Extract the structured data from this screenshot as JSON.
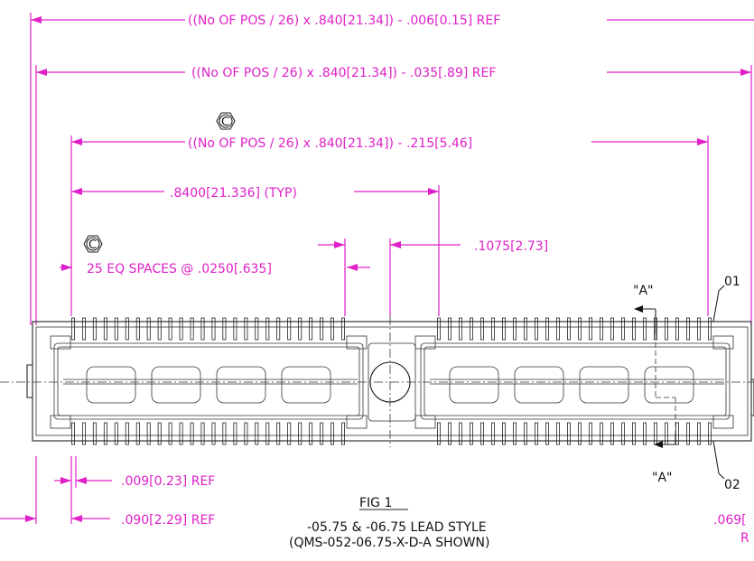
{
  "dimensions": {
    "overall_ref": "((No OF POS / 26) x .840[21.34]) - .006[0.15] REF",
    "inner_ref": "((No OF POS / 26) x .840[21.34]) - .035[.89] REF",
    "critical_span": "((No OF POS / 26) x .840[21.34]) - .215[5.46]",
    "bank_pitch": ".8400[21.336] (TYP)",
    "center_gap": ".1075[2.73]",
    "eq_spaces": "25 EQ SPACES @ .0250[.635]",
    "lead_width": ".009[0.23] REF",
    "lead_offset": ".090[2.29] REF",
    "right_partial_1": ".069[",
    "right_partial_2": "R"
  },
  "symbols": {
    "critical_mark_1": "C",
    "critical_mark_2": "C"
  },
  "callouts": {
    "balloon_top": "01",
    "balloon_bottom": "02",
    "section_top": "\"A\"",
    "section_bottom": "\"A\""
  },
  "figure": {
    "label": "FIG 1",
    "caption_line1": "-05.75 & -06.75 LEAD STYLE",
    "caption_line2": "(QMS-052-06.75-X-D-A SHOWN)"
  },
  "colors": {
    "dimension": "#e020c8",
    "ink": "#222222"
  }
}
